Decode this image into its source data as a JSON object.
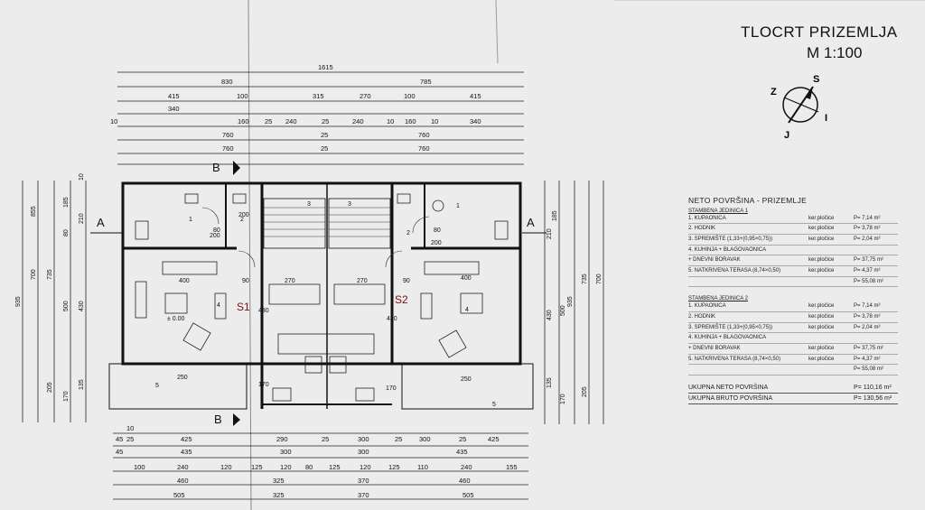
{
  "header": {
    "title": "TLOCRT PRIZEMLJA",
    "scale": "M 1:100"
  },
  "compass": {
    "labels": [
      "S",
      "Z",
      "I",
      "J"
    ]
  },
  "dims_top": [
    "1615",
    "830",
    "785",
    "415",
    "100",
    "315",
    "270",
    "100",
    "415",
    "340",
    "10",
    "160",
    "25",
    "240",
    "25",
    "240",
    "10",
    "160",
    "10",
    "340",
    "760",
    "25",
    "760",
    "760",
    "25",
    "760"
  ],
  "dims_bottom": [
    "10",
    "425",
    "290",
    "25",
    "300",
    "25",
    "300",
    "25",
    "425",
    "45",
    "25",
    "435",
    "300",
    "300",
    "435",
    "45",
    "100",
    "240",
    "120",
    "125",
    "120",
    "80",
    "125",
    "120",
    "125",
    "110",
    "240",
    "155",
    "460",
    "325",
    "370",
    "460",
    "505",
    "325",
    "370",
    "505"
  ],
  "dims_left": [
    "935",
    "855",
    "700",
    "735",
    "185",
    "210",
    "80",
    "500",
    "430",
    "135",
    "170",
    "205",
    "10"
  ],
  "dims_right": [
    "185",
    "210",
    "700",
    "735",
    "935",
    "500",
    "430",
    "135",
    "170",
    "205"
  ],
  "interior_dims": [
    "400",
    "270",
    "270",
    "400",
    "200",
    "90",
    "90",
    "430",
    "430",
    "80",
    "200",
    "200",
    "80",
    "250",
    "250",
    "170",
    "170",
    "± 0.00"
  ],
  "section_marks": {
    "a": "A",
    "b": "B"
  },
  "rooms": [
    "1",
    "2",
    "3",
    "4",
    "5",
    "1",
    "2",
    "3",
    "4",
    "5"
  ],
  "units": [
    "S1",
    "S2"
  ],
  "legend": {
    "heading": "NETO POVRŠINA - PRIZEMLJE",
    "unit1_title": "STAMBENA JEDINICA 1",
    "unit1_rows": [
      {
        "name": "1. KUPAONICA",
        "type": "ker.pločice",
        "area": "P=   7,14 m²"
      },
      {
        "name": "2. HODNIK",
        "type": "ker.pločice",
        "area": "P=   3,78 m²"
      },
      {
        "name": "3. SPREMIŠTE (1,33+(0,95×0,75))",
        "type": "ker.pločice",
        "area": "P=   2,04 m²"
      },
      {
        "name": "4. KUHINJA + BLAGOVAONICA",
        "type": "",
        "area": ""
      },
      {
        "name": "   + DNEVNI BORAVAK",
        "type": "ker.pločice",
        "area": "P=  37,75 m²"
      },
      {
        "name": "5. NATKRIVENA TERASA (8,74×0,50)",
        "type": "ker.pločice",
        "area": "P=   4,37 m²"
      },
      {
        "name": "",
        "type": "",
        "area": "P=  55,08 m²"
      }
    ],
    "unit2_title": "STAMBENA JEDINICA 2",
    "unit2_rows": [
      {
        "name": "1. KUPAONICA",
        "type": "ker.pločice",
        "area": "P=   7,14 m²"
      },
      {
        "name": "2. HODNIK",
        "type": "ker.pločice",
        "area": "P=   3,78 m²"
      },
      {
        "name": "3. SPREMIŠTE (1,33+(0,95×0,75))",
        "type": "ker.pločice",
        "area": "P=   2,04 m²"
      },
      {
        "name": "4. KUHINJA + BLAGOVAONICA",
        "type": "",
        "area": ""
      },
      {
        "name": "   + DNEVNI BORAVAK",
        "type": "ker.pločice",
        "area": "P=  37,75 m²"
      },
      {
        "name": "5. NATKRIVENA TERASA (8,74×0,50)",
        "type": "ker.pločice",
        "area": "P=   4,37 m²"
      },
      {
        "name": "",
        "type": "",
        "area": "P=  55,08 m²"
      }
    ],
    "net_total_label": "UKUPNA NETO POVRŠINA",
    "net_total_value": "P= 110,16 m²",
    "gross_total_label": "UKUPNA BRUTO POVRŠINA",
    "gross_total_value": "P= 130,56 m²"
  }
}
